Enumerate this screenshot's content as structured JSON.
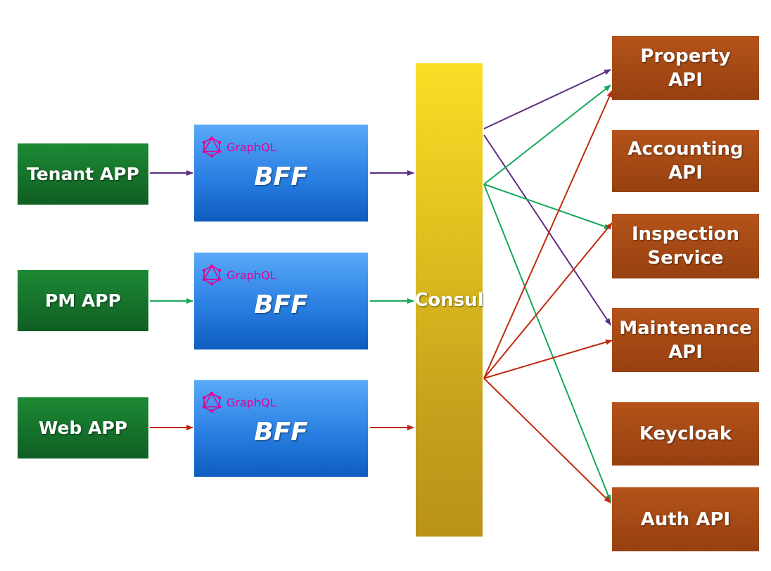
{
  "clients": [
    {
      "label": "Tenant APP"
    },
    {
      "label": "PM APP"
    },
    {
      "label": "Web APP"
    }
  ],
  "bffs": [
    {
      "logo_text": "GraphQL",
      "label": "BFF"
    },
    {
      "logo_text": "GraphQL",
      "label": "BFF"
    },
    {
      "logo_text": "GraphQL",
      "label": "BFF"
    }
  ],
  "gateway": {
    "label": "Consul"
  },
  "services": [
    {
      "line1": "Property",
      "line2": "API"
    },
    {
      "line1": "Accounting",
      "line2": "API"
    },
    {
      "line1": "Inspection",
      "line2": "Service"
    },
    {
      "line1": "Maintenance",
      "line2": "API"
    },
    {
      "line1": "Keycloak",
      "line2": ""
    },
    {
      "line1": "Auth API",
      "line2": ""
    }
  ],
  "colors": {
    "tenant_flow": "#5a2d82",
    "pm_flow": "#16a85a",
    "web_flow": "#c0280e",
    "graphql_logo": "#e10098"
  }
}
